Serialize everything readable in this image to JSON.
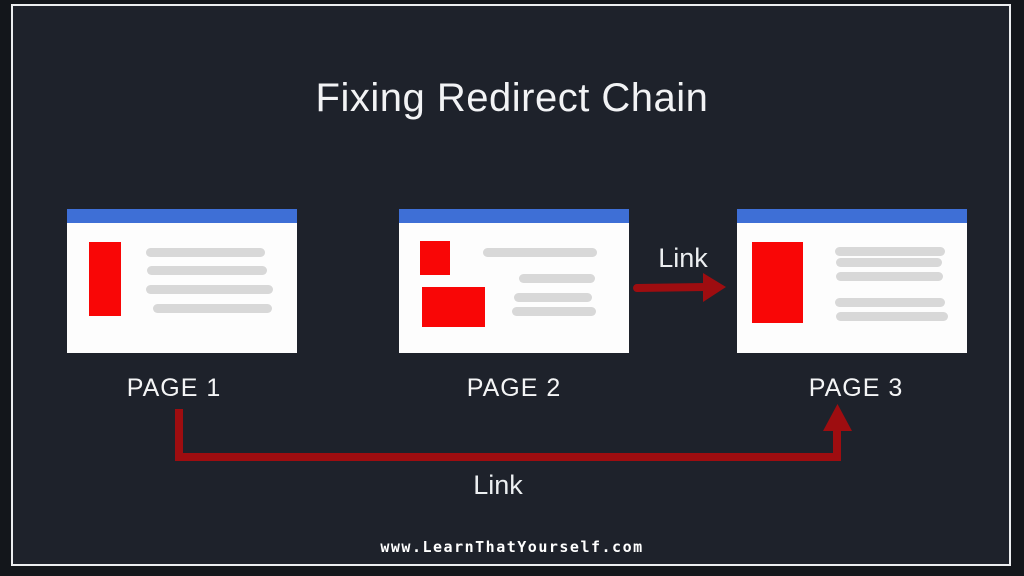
{
  "diagram": {
    "title": "Fixing Redirect Chain",
    "page1_label": "PAGE 1",
    "page2_label": "PAGE 2",
    "page3_label": "PAGE 3",
    "link_top_label": "Link",
    "link_bottom_label": "Link",
    "footer": "www.LearnThatYourself.com",
    "colors": {
      "outer_background": "#13161b",
      "slide_background": "#1e222b",
      "slide_border": "#eceef0",
      "browser_bar_blue": "#3e6fd6",
      "placeholder_red": "#f90606",
      "skeleton_gray": "#d8d8d8",
      "arrow_red": "#9e0d10",
      "text_white": "#f2f3f5"
    }
  }
}
